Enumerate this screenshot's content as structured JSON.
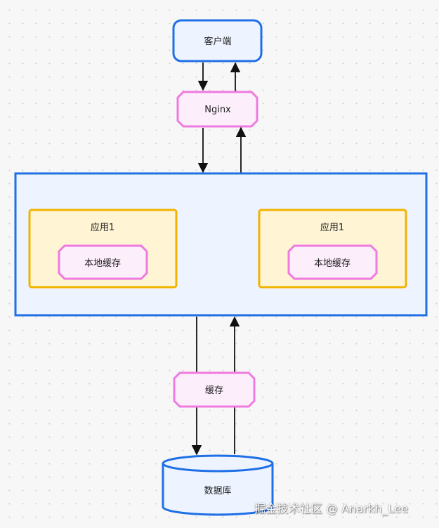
{
  "nodes": {
    "client": "客户端",
    "nginx": "Nginx",
    "app_left": "应用1",
    "app_right": "应用1",
    "local_cache_left": "本地缓存",
    "local_cache_right": "本地缓存",
    "cache": "缓存",
    "database": "数据库"
  },
  "watermark": "掘金技术社区 @ Anarkh_Lee",
  "colors": {
    "blue_border": "#1f6fe6",
    "blue_fill": "#eef4ff",
    "pink_border": "#ef7ae0",
    "pink_fill": "#fdeefb",
    "yellow_border": "#f0b400",
    "yellow_fill": "#fff4d4",
    "arrow": "#111111"
  }
}
